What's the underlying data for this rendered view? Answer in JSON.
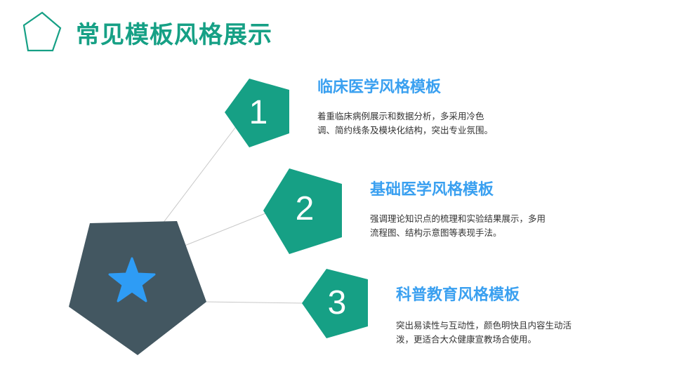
{
  "page": {
    "title": "常见模板风格展示"
  },
  "items": [
    {
      "number": "1",
      "title": "临床医学风格模板",
      "desc_line1": "着重临床病例展示和数据分析，多采用冷色",
      "desc_line2": "调、简约线条及模块化结构，突出专业氛围。"
    },
    {
      "number": "2",
      "title": "基础医学风格模板",
      "desc_line1": "强调理论知识点的梳理和实验结果展示，多用",
      "desc_line2": "流程图、结构示意图等表现手法。"
    },
    {
      "number": "3",
      "title": "科普教育风格模板",
      "desc_line1": "突出易读性与互动性，颜色明快且内容生动活",
      "desc_line2": "泼，更适合大众健康宣教场合使用。"
    }
  ],
  "colors": {
    "accent_green": "#16a085",
    "title_blue": "#3aa0f0",
    "hub_slate": "#435761",
    "star_blue": "#2e9cf5",
    "line_gray": "#c8c8c8"
  },
  "icons": {
    "title_marker": "pentagon-outline-icon",
    "hub": "star-icon"
  }
}
